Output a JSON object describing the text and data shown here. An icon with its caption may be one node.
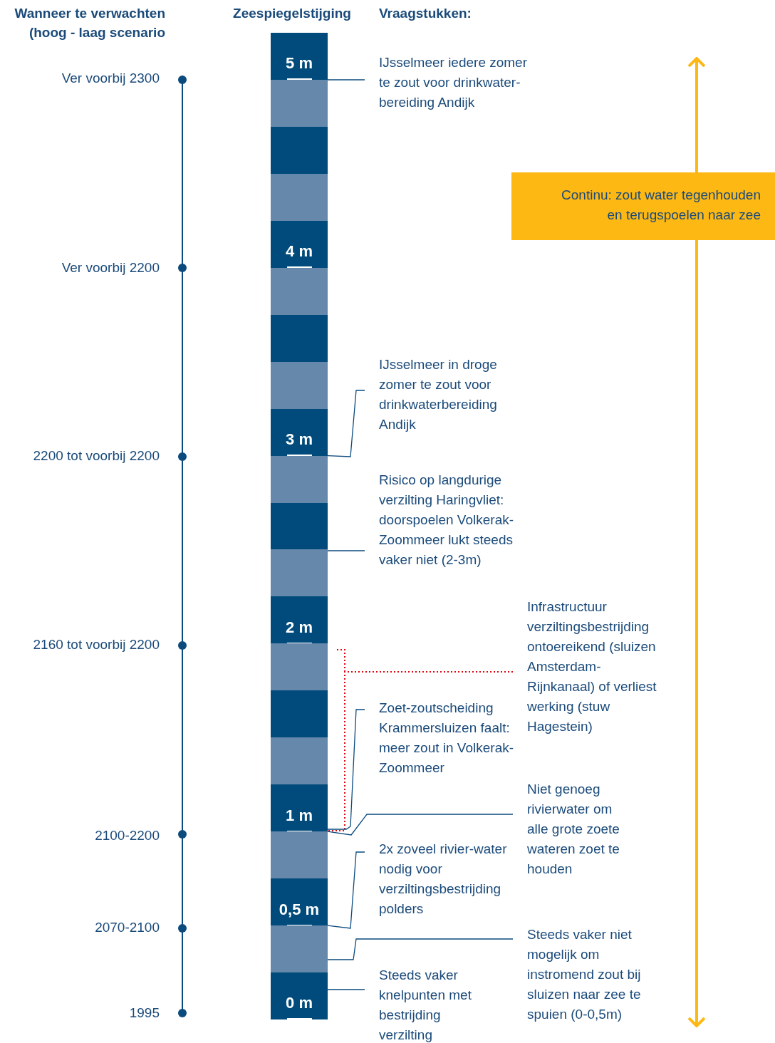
{
  "diagram": {
    "nodes": [
      {
        "text": [
          "5 m"
        ]
      },
      {
        "text": [],
        "shape": "bar"
      },
      {
        "text": [],
        "shape": "bar"
      },
      {
        "text": [],
        "shape": "bar"
      },
      {
        "text": [
          "4 m"
        ]
      },
      {
        "text": [],
        "shape": "bar"
      },
      {
        "text": [],
        "shape": "bar"
      },
      {
        "text": [],
        "shape": "bar"
      },
      {
        "text": [
          "3 m"
        ]
      },
      {
        "text": [],
        "shape": "bar"
      },
      {
        "text": [],
        "shape": "bar"
      },
      {
        "text": [],
        "shape": "bar"
      },
      {
        "text": [
          "2 m"
        ]
      },
      {
        "text": [],
        "shape": "bar"
      },
      {
        "text": [],
        "shape": "bar"
      },
      {
        "text": [],
        "shape": "bar"
      },
      {
        "text": [
          "1 m"
        ]
      },
      {
        "text": [],
        "shape": "bar"
      },
      {
        "text": [
          "0,5 m"
        ]
      },
      {
        "text": [],
        "shape": "bar"
      },
      {
        "text": [
          "0 m"
        ]
      },
      {
        "text": [
          "IJsselmeer iedere zomer te zout voor drinkwater-bereiding Andijk"
        ]
      },
      {
        "text": [
          "IJsselmeer in droge zomer te zout voor drinkwaterbereiding Andijk"
        ]
      },
      {
        "text": [
          "Risico op langdurige verzilting Haringvliet: doorspoelen Volkerak-Zoommeer lukt steeds vaker niet (2-3m)"
        ]
      },
      {
        "text": [
          "Infrastructuur verziltingsbestrijding ontoereikend (sluizen Amsterdam-Rijnkanaal) of verliest werking (stuw Hagestein)"
        ]
      },
      {
        "text": [
          "Zoet-zoutscheiding Krammersluizen faalt: meer zout in Volkerak-Zoommeer"
        ]
      },
      {
        "text": [
          "Niet genoeg rivierwater om alle grote zoete wateren zoet te houden"
        ]
      },
      {
        "text": [
          "2x zoveel rivier-water nodig voor verziltingsbestrijding polders"
        ]
      },
      {
        "text": [
          "Steeds vaker niet mogelijk om instromend zout bij sluizen naar zee te spuien (0-0,5m)"
        ]
      },
      {
        "text": [
          "Steeds vaker knelpunten met bestrijding verzilting"
        ]
      },
      {
        "text": [
          "Continu: zout water tegenhouden en terugspoelen naar zee"
        ]
      }
    ],
    "edges": [
      {
        "from": 21,
        "to": 0,
        "arrow": "none"
      },
      {
        "from": 22,
        "to": 8,
        "arrow": "none"
      },
      {
        "from": 23,
        "to": 11,
        "arrow": "none"
      },
      {
        "from": 24,
        "to": 16,
        "arrow": "none",
        "style": "dashed",
        "color": "#e30613"
      },
      {
        "from": 25,
        "to": 16,
        "arrow": "none"
      },
      {
        "from": 26,
        "to": 16,
        "arrow": "none"
      },
      {
        "from": 27,
        "to": 18,
        "arrow": "none"
      },
      {
        "from": 28,
        "to": 19,
        "arrow": "none"
      },
      {
        "from": 29,
        "to": 20,
        "arrow": "none"
      },
      {
        "from": 30,
        "to": null,
        "arrow": "to",
        "style": "thick",
        "color": "#fdb813"
      },
      {
        "from": 30,
        "to": null,
        "arrow": "to",
        "style": "thick",
        "color": "#fdb813"
      }
    ],
    "labels": [
      "Wanneer te verwachten (hoog - laag scenario",
      "Zeespiegelstijging",
      "Vraagstukken:",
      "Ver voorbij 2300",
      "Ver voorbij 2200",
      "2200 tot voorbij 2200",
      "2160 tot voorbij 2200",
      "2100-2200",
      "2070-2100",
      "1995"
    ]
  }
}
